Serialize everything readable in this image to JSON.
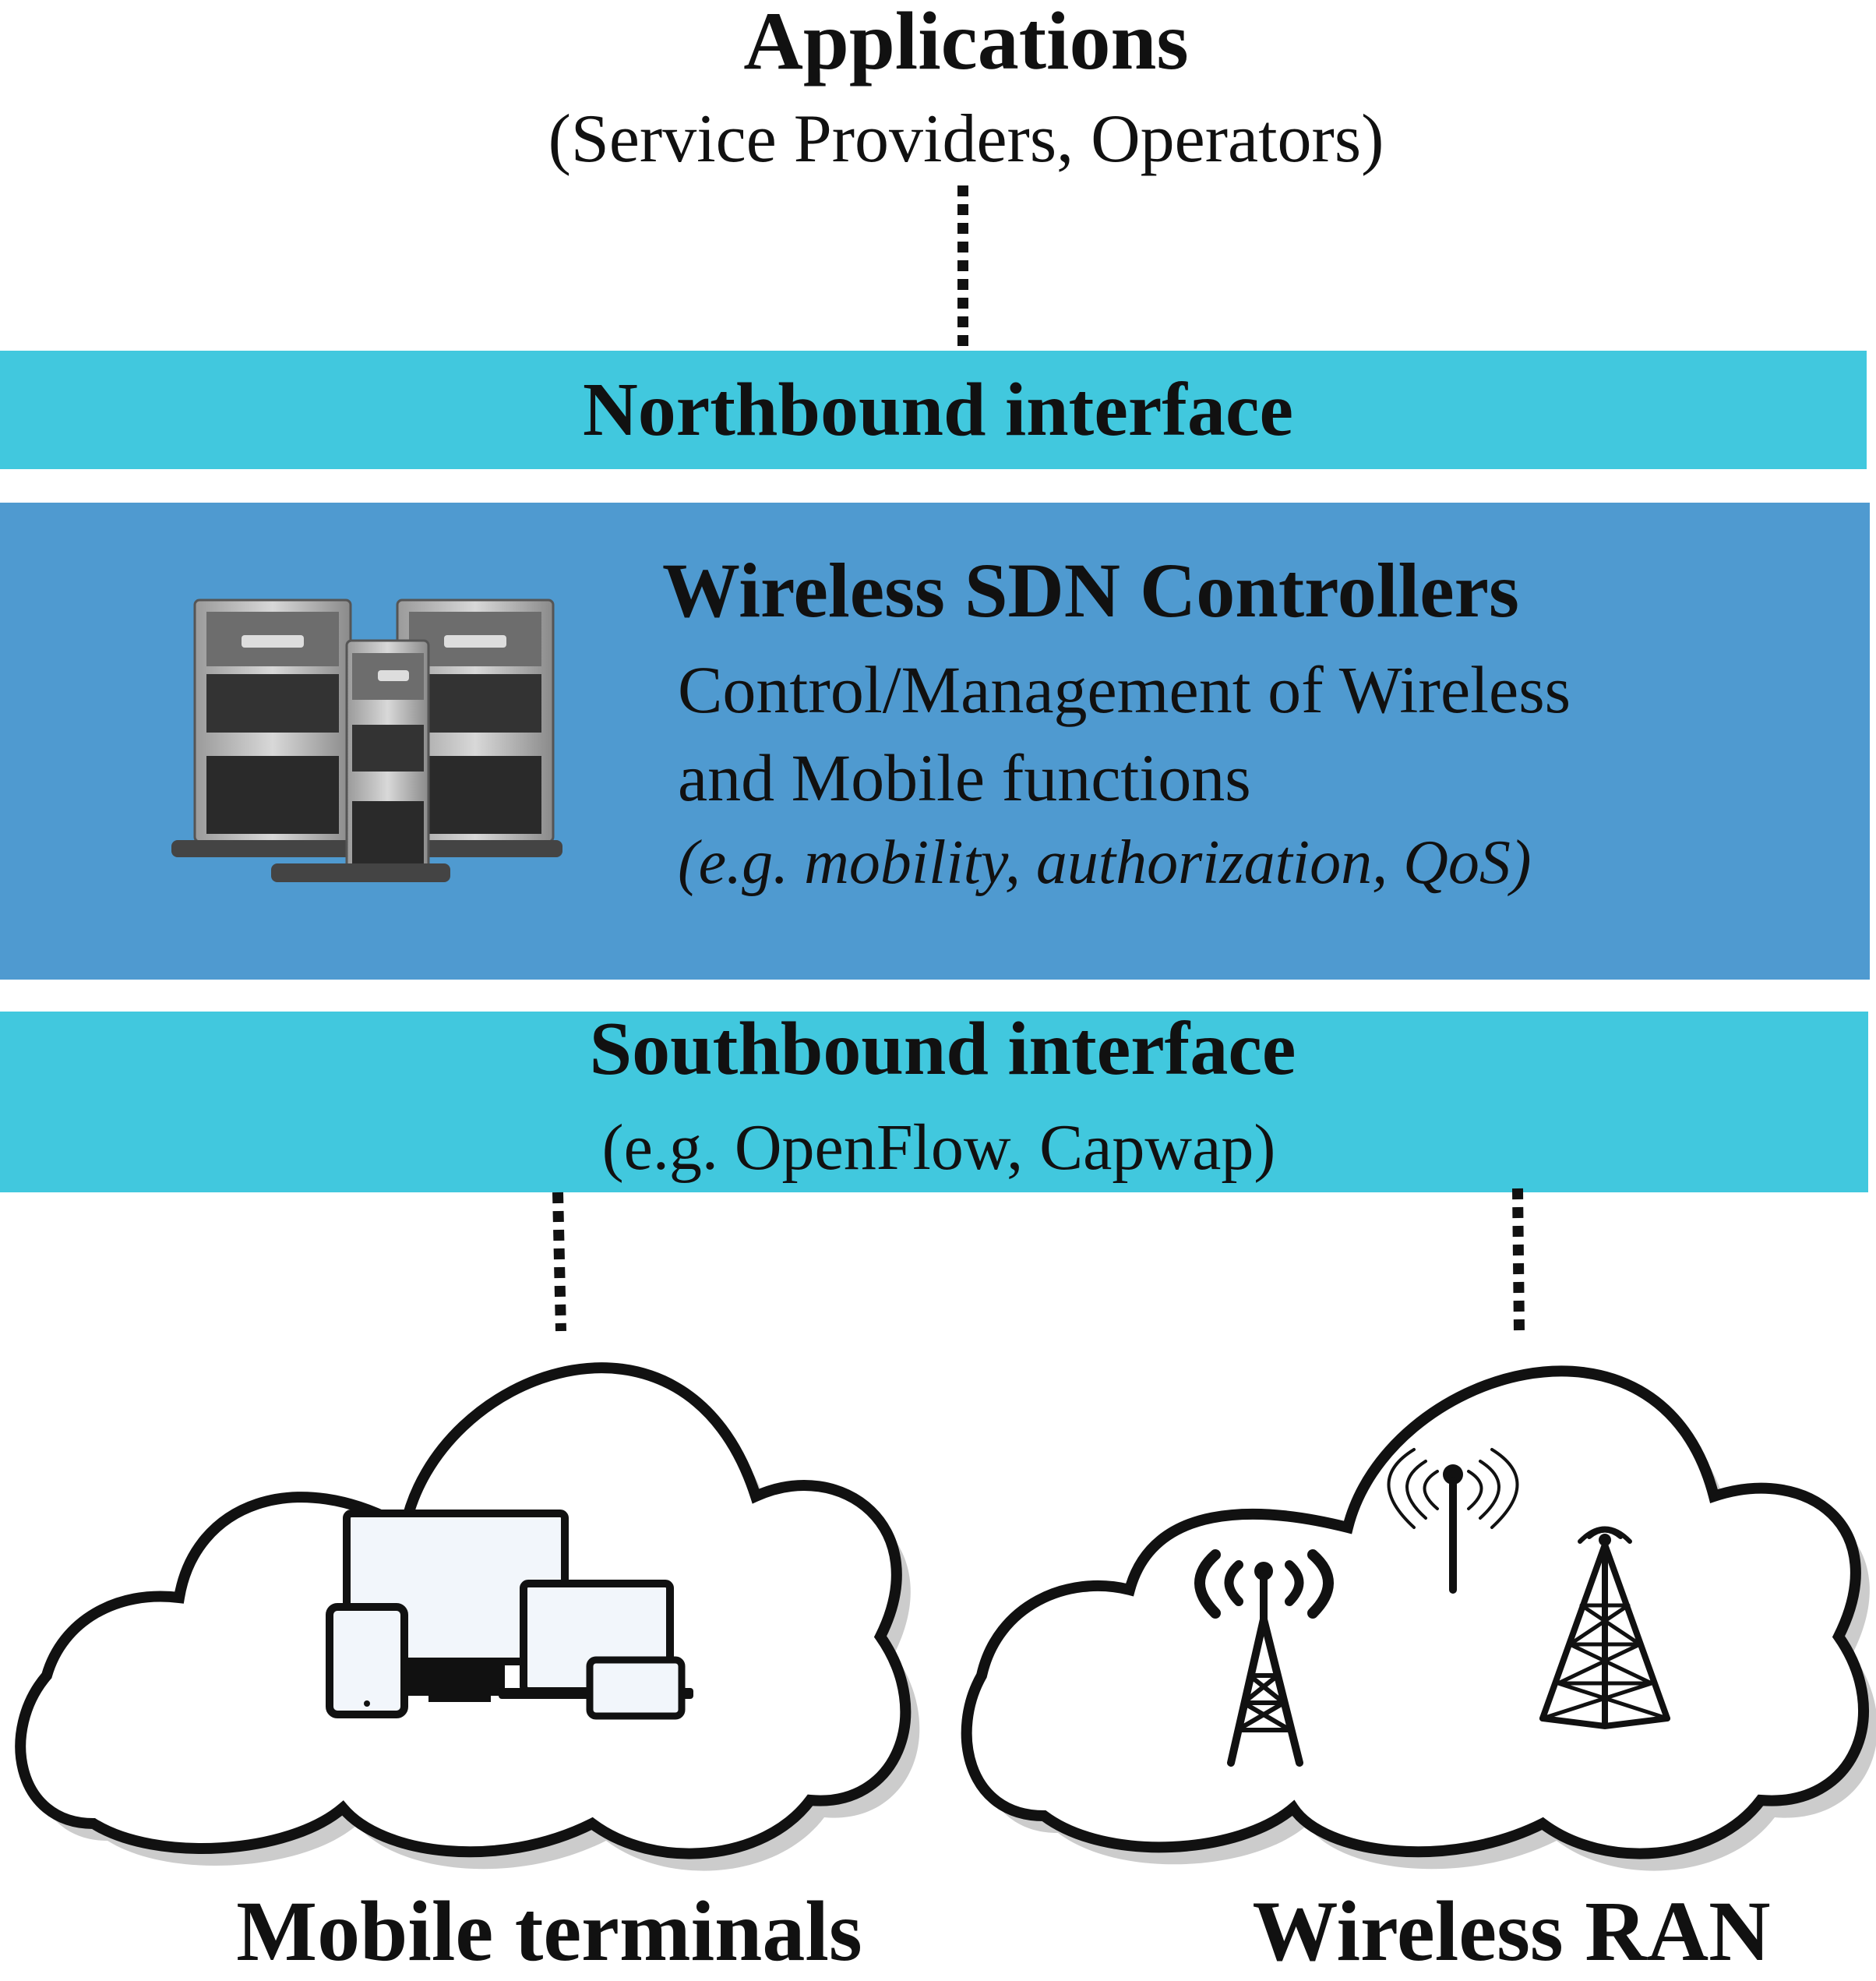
{
  "applications": {
    "title": "Applications",
    "subtitle": "(Service Providers, Operators)"
  },
  "northbound": {
    "label": "Northbound interface"
  },
  "controllers": {
    "title": "Wireless SDN Controllers",
    "description_line1": "Control/Management of Wireless",
    "description_line2": "and Mobile functions",
    "examples": "(e.g. mobility, authorization, QoS)",
    "icon": "server-tower-icon"
  },
  "southbound": {
    "label": "Southbound interface",
    "subtitle": "(e.g. OpenFlow, Capwap)"
  },
  "clouds": {
    "mobile_terminals": {
      "label": "Mobile terminals",
      "icons": [
        "monitor-icon",
        "tablet-icon",
        "laptop-icon",
        "smartphone-icon"
      ]
    },
    "wireless_ran": {
      "label": "Wireless RAN",
      "icons": [
        "antenna-tower-icon",
        "radio-antenna-icon",
        "lattice-tower-icon"
      ]
    }
  },
  "colors": {
    "interface_band": "#41C8DE",
    "controller_band": "#4F9AD0",
    "connector": "#111111",
    "cloud_shadow": "#cccccc"
  }
}
